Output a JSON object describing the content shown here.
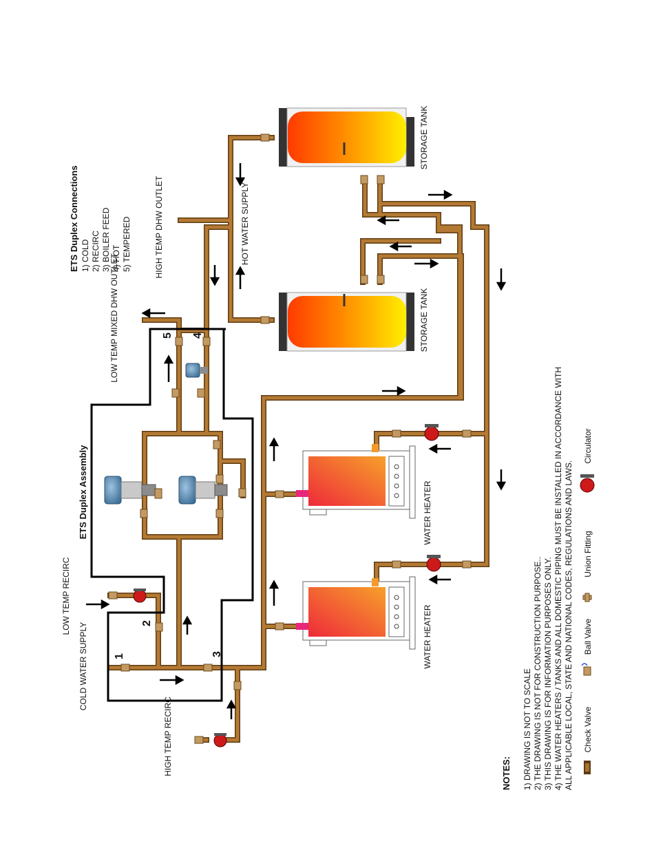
{
  "labels": {
    "cold_water_supply": "COLD WATER SUPPLY",
    "low_temp_recirc": "LOW TEMP RECIRC",
    "high_temp_recirc": "HIGH TEMP RECIRC",
    "low_temp_outlet": "LOW TEMP MIXED DHW OUTLET",
    "high_temp_outlet": "HIGH TEMP DHW OUTLET",
    "hot_water_supply": "HOT WATER SUPPLY",
    "storage_tank": "STORAGE TANK",
    "water_heater": "WATER HEATER",
    "assembly_title": "ETS Duplex Assembly"
  },
  "connection_numbers": [
    "1",
    "2",
    "3",
    "4",
    "5"
  ],
  "connections": {
    "title": "ETS Duplex Connections",
    "items": [
      "1)  COLD",
      "2)  RECIRC",
      "3)  BOILER FEED",
      "4)  HOT",
      "5)  TEMPERED"
    ]
  },
  "notes": {
    "title": "NOTES:",
    "items": [
      "1)  DRAWING IS NOT TO SCALE",
      "2)  THE DRAWING IS NOT FOR CONSTRUCTION PURPOSE..",
      "3)  THIS DRAWING IS FOR INFORMATION PURPOSES ONLY.",
      "4)  THE WATER HEATERS / TANKS AND ALL DOMESTIC PIPING MUST BE INSTALLED IN ACCORDANCE WITH",
      "ALL APPLICABLE LOCAL, STATE AND NATIONAL CODES, REGULATIONS AND LAWS."
    ]
  },
  "legend": {
    "check_valve": "Check Valve",
    "ball_valve": "Ball Valve",
    "union_fitting": "Union Fitting",
    "circulator": "Circulator"
  },
  "colors": {
    "pipe": "#a8732e",
    "pipe_edge": "#5e3b12",
    "tank_hot": "#ff3a00",
    "tank_warm": "#ffee00",
    "heater_hot": "#f03a2a",
    "heater_warm": "#f59a2a",
    "circulator": "#cc1a1a",
    "assembly_border": "#000000"
  }
}
